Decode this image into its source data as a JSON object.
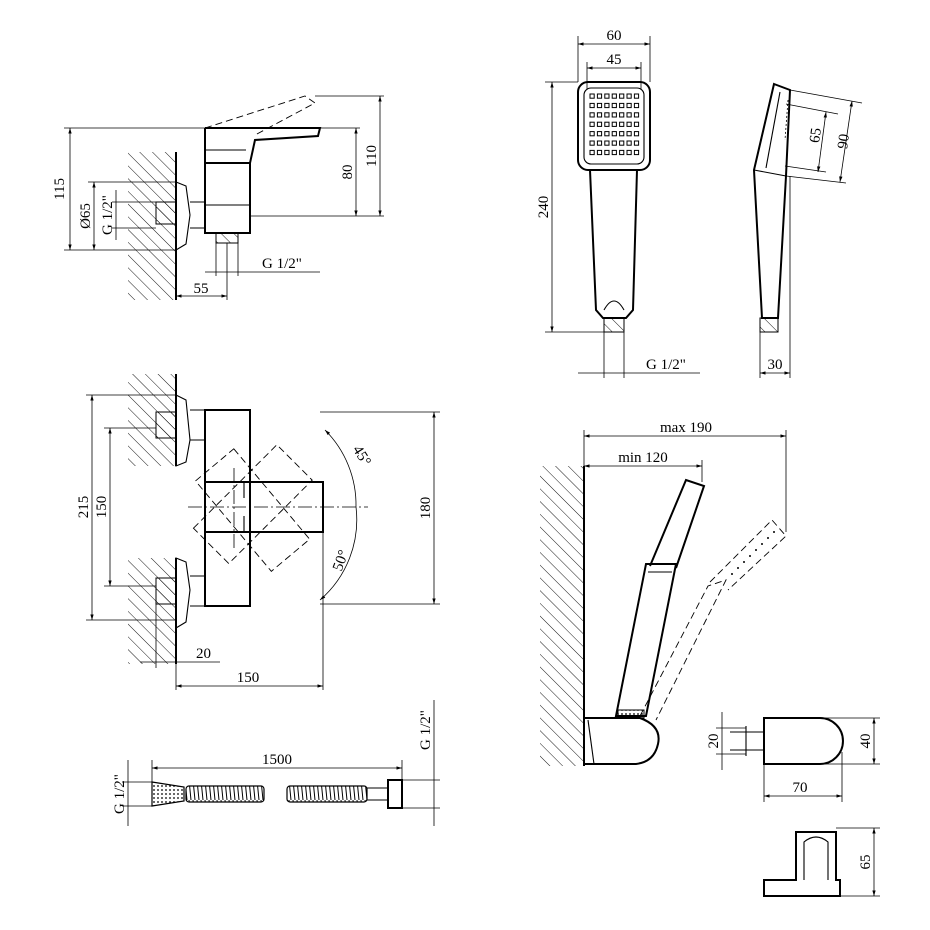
{
  "mixer_side": {
    "d115": "115",
    "d65": "Ø65",
    "g_inlet": "G 1/2\"",
    "d80": "80",
    "d110": "110",
    "d55": "55",
    "g_outlet": "G 1/2\""
  },
  "handshower_front": {
    "d60": "60",
    "d45": "45",
    "d240": "240",
    "g_thread": "G 1/2\""
  },
  "handshower_side": {
    "d65": "65",
    "d90": "90",
    "d30": "30"
  },
  "mixer_front": {
    "d215": "215",
    "d150v": "150",
    "d180": "180",
    "a45": "45°",
    "a50": "50°",
    "d20": "20",
    "d150h": "150"
  },
  "hose": {
    "d1500": "1500",
    "g_left": "G 1/2\"",
    "g_right": "G 1/2\""
  },
  "holder_mounted": {
    "max": "max 190",
    "min": "min 120"
  },
  "holder_detail": {
    "d20": "20",
    "d40": "40",
    "d70": "70",
    "d65": "65"
  }
}
